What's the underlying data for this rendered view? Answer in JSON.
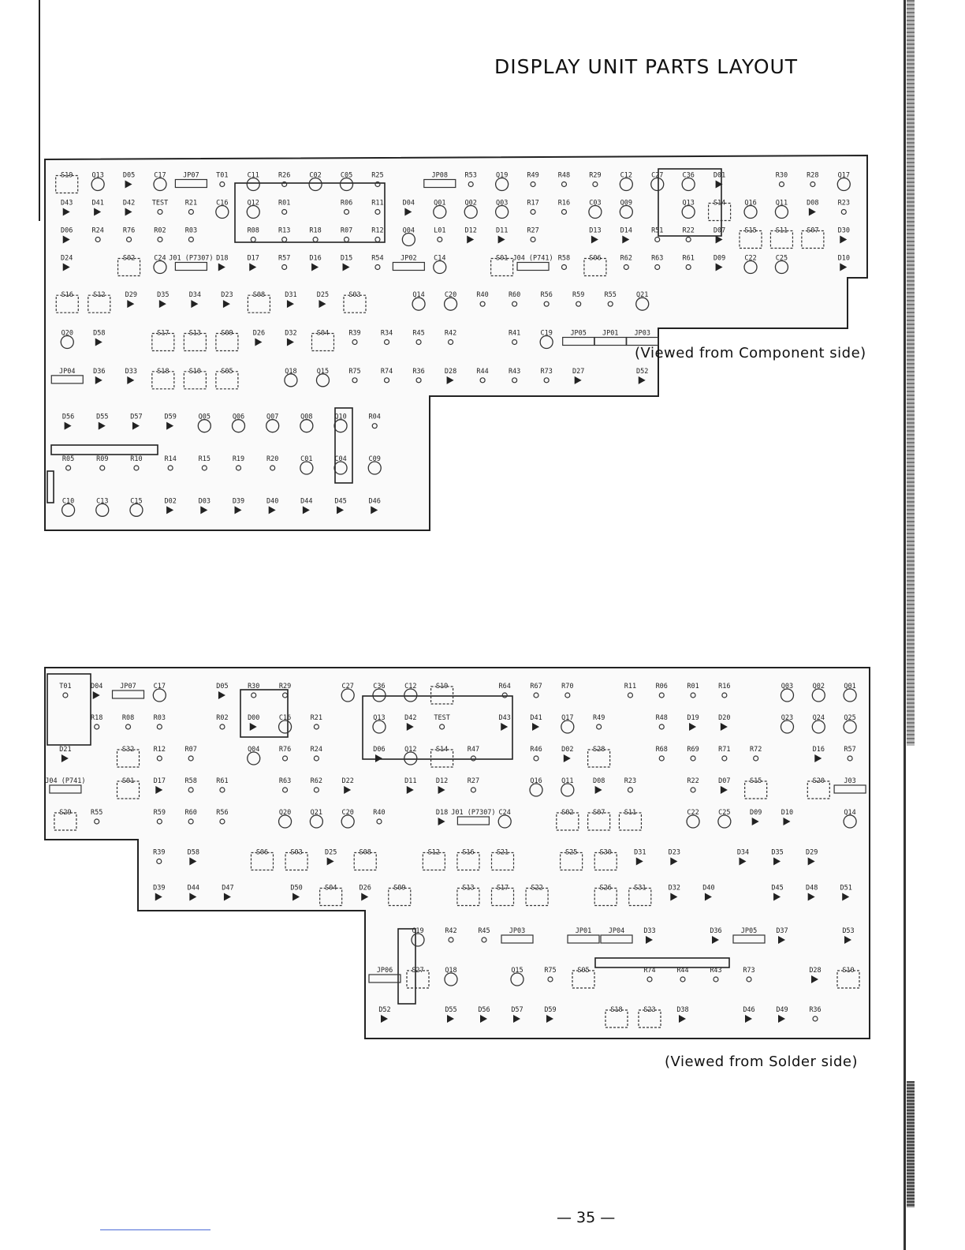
{
  "title": "DISPLAY UNIT PARTS LAYOUT",
  "page_number": "— 35 —",
  "top_view": {
    "caption": "(Viewed from Component side)",
    "labels": [
      "S19",
      "Q13",
      "D05",
      "C17",
      "JP07",
      "T01",
      "C11",
      "R26",
      "C02",
      "C05",
      "R25",
      "JP08",
      "R53",
      "Q19",
      "R49",
      "R48",
      "R29",
      "C12",
      "C27",
      "C36",
      "D01",
      "R30",
      "R28",
      "Q17",
      "D43",
      "D41",
      "D42",
      "TEST",
      "R21",
      "C16",
      "Q12",
      "R01",
      "R06",
      "R11",
      "D04",
      "Q01",
      "Q02",
      "Q03",
      "R17",
      "R16",
      "C03",
      "Q09",
      "Q13",
      "S14",
      "Q16",
      "Q11",
      "D08",
      "R23",
      "D06",
      "R24",
      "R76",
      "R02",
      "R03",
      "R08",
      "R13",
      "R18",
      "R07",
      "R12",
      "Q04",
      "L01",
      "D12",
      "D11",
      "R27",
      "D13",
      "D14",
      "R51",
      "R22",
      "D07",
      "S15",
      "S11",
      "S07",
      "D30",
      "D24",
      "S02",
      "C24",
      "J01 (P7307)",
      "D18",
      "D17",
      "R57",
      "D16",
      "D15",
      "R54",
      "JP02",
      "C14",
      "S01",
      "J04 (P741)",
      "R58",
      "S06",
      "R62",
      "R63",
      "R61",
      "D09",
      "C22",
      "C25",
      "D10",
      "S16",
      "S12",
      "D29",
      "D35",
      "D34",
      "D23",
      "S08",
      "D31",
      "D25",
      "S03",
      "Q14",
      "C20",
      "R40",
      "R60",
      "R56",
      "R59",
      "R55",
      "Q21",
      "Q20",
      "D58",
      "S17",
      "S13",
      "S09",
      "D26",
      "D32",
      "S04",
      "R39",
      "R34",
      "R45",
      "R42",
      "R41",
      "C19",
      "JP05",
      "JP01",
      "JP03",
      "JP04",
      "D36",
      "D33",
      "S18",
      "S10",
      "S05",
      "Q18",
      "Q15",
      "R75",
      "R74",
      "R36",
      "D28",
      "R44",
      "R43",
      "R73",
      "D27",
      "D52",
      "D56",
      "D55",
      "D57",
      "D59",
      "Q05",
      "Q06",
      "Q07",
      "Q08",
      "Q10",
      "R04",
      "R05",
      "R09",
      "R10",
      "R14",
      "R15",
      "R19",
      "R20",
      "C01",
      "C04",
      "C09",
      "C10",
      "C13",
      "C15",
      "D02",
      "D03",
      "D39",
      "D40",
      "D44",
      "D45",
      "D46"
    ]
  },
  "bottom_view": {
    "caption": "(Viewed from Solder side)",
    "labels": [
      "T01",
      "D04",
      "JP07",
      "C17",
      "D05",
      "R30",
      "R29",
      "C27",
      "C36",
      "C12",
      "S19",
      "R64",
      "R67",
      "R70",
      "R11",
      "R06",
      "R01",
      "R16",
      "Q03",
      "Q02",
      "Q01",
      "R18",
      "R08",
      "R03",
      "R02",
      "D00",
      "C16",
      "R21",
      "Q13",
      "D42",
      "TEST",
      "D43",
      "D41",
      "Q17",
      "R49",
      "R48",
      "D19",
      "D20",
      "Q23",
      "Q24",
      "Q25",
      "D21",
      "S32",
      "R12",
      "R07",
      "Q04",
      "R76",
      "R24",
      "D06",
      "Q12",
      "S14",
      "R47",
      "R46",
      "D02",
      "S28",
      "R68",
      "R69",
      "R71",
      "R72",
      "D16",
      "R57",
      "J04 (P741)",
      "S01",
      "D17",
      "R58",
      "R61",
      "R63",
      "R62",
      "D22",
      "D11",
      "D12",
      "R27",
      "Q16",
      "Q11",
      "D08",
      "R23",
      "R22",
      "D07",
      "S15",
      "S20",
      "J03",
      "S29",
      "R55",
      "R59",
      "R60",
      "R56",
      "Q20",
      "Q21",
      "C20",
      "R40",
      "D18",
      "J01 (P7307)",
      "C24",
      "S02",
      "S07",
      "S11",
      "C22",
      "C25",
      "D09",
      "D10",
      "Q14",
      "R39",
      "D58",
      "S06",
      "S03",
      "D25",
      "S08",
      "S12",
      "S16",
      "S21",
      "S25",
      "S30",
      "D31",
      "D23",
      "D34",
      "D35",
      "D29",
      "D39",
      "D44",
      "D47",
      "D50",
      "S04",
      "D26",
      "S09",
      "S13",
      "S17",
      "S22",
      "S26",
      "S31",
      "D32",
      "D40",
      "D45",
      "D48",
      "D51",
      "C19",
      "R42",
      "R45",
      "JP03",
      "JP01",
      "JP04",
      "D33",
      "D36",
      "JP05",
      "D37",
      "D53",
      "JP06",
      "S27",
      "Q18",
      "Q15",
      "R75",
      "S05",
      "R74",
      "R44",
      "R43",
      "R73",
      "D28",
      "S10",
      "D52",
      "D55",
      "D56",
      "D57",
      "D59",
      "S18",
      "S23",
      "D38",
      "D46",
      "D49",
      "R36"
    ]
  }
}
